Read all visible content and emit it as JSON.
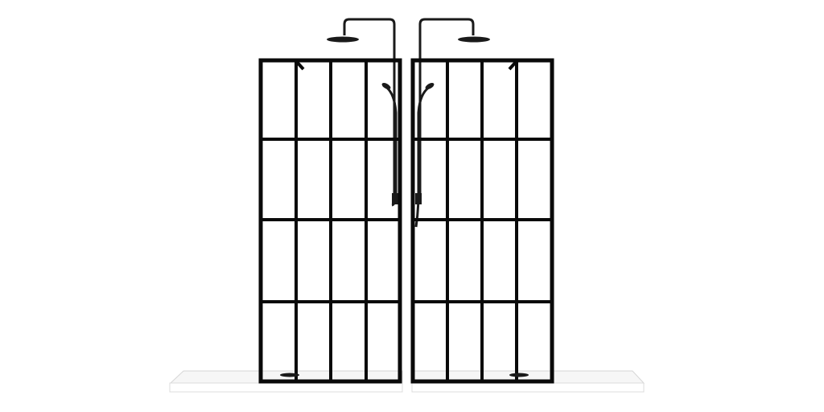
{
  "scene": {
    "subject": "two-shower-enclosures",
    "colors": {
      "frame": "#0a0a0a",
      "glass": "#ffffff",
      "tray": "#f4f4f4",
      "tray_edge": "#dcdcdc",
      "fixture": "#1a1a1a"
    },
    "panels": [
      {
        "id": "left",
        "side": "left"
      },
      {
        "id": "right",
        "side": "right"
      }
    ],
    "icons": [
      "shower-head-icon",
      "hand-shower-icon",
      "drain-icon"
    ]
  }
}
